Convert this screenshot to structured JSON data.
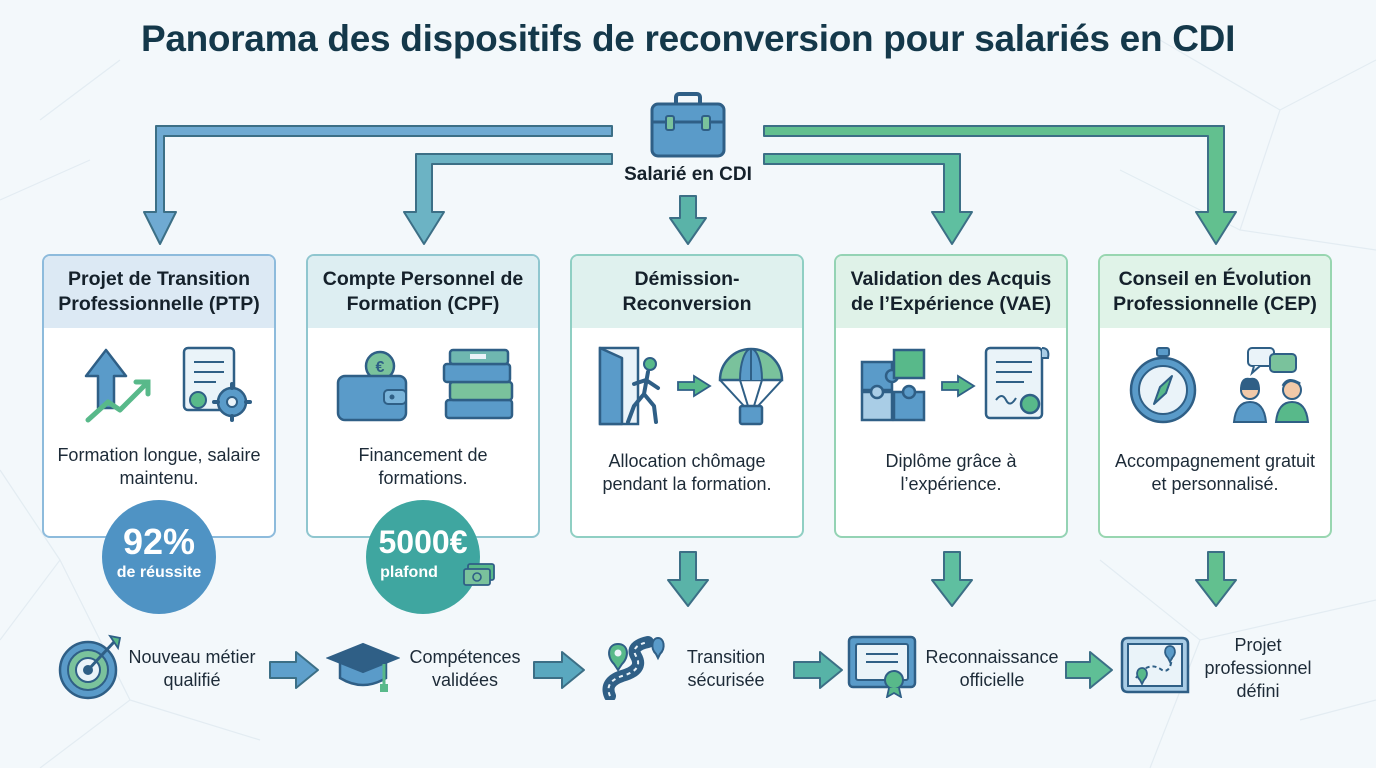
{
  "title": "Panorama des dispositifs de reconversion pour salariés en CDI",
  "hub": {
    "label": "Salarié en CDI",
    "icon": "briefcase-icon"
  },
  "colors": {
    "blue": "#5a9bc9",
    "blue_dark": "#2f5f86",
    "teal": "#3fa6a0",
    "green": "#58b98a",
    "card_blue_head": "#dce9f4",
    "card_teal_head": "#dff1ee",
    "card_green_head": "#e0f3e8"
  },
  "cards": [
    {
      "title": "Projet de Transition Professionnelle (PTP)",
      "text": "Formation longue, salaire maintenu.",
      "icons": [
        "growth-arrow-icon",
        "certificate-gear-icon"
      ]
    },
    {
      "title": "Compte Personnel de Formation (CPF)",
      "text": "Financement de formations.",
      "icons": [
        "wallet-euro-icon",
        "books-icon"
      ]
    },
    {
      "title": "Démission-Reconversion",
      "text": "Allocation chômage pendant la formation.",
      "icons": [
        "exit-door-icon",
        "parachute-icon"
      ]
    },
    {
      "title": "Validation des Acquis de l’Expérience (VAE)",
      "text": "Diplôme grâce à l’expérience.",
      "icons": [
        "puzzle-icon",
        "diploma-icon"
      ]
    },
    {
      "title": "Conseil en Évolution Professionnelle (CEP)",
      "text": "Accompagnement gratuit et personnalisé.",
      "icons": [
        "compass-icon",
        "advisors-icon"
      ]
    }
  ],
  "badges": [
    {
      "value": "92%",
      "label": "de réussite",
      "color": "#4f93c4"
    },
    {
      "value": "5000€",
      "label": "plafond",
      "color": "#3fa6a0",
      "icon": "banknote-icon"
    }
  ],
  "outcomes": [
    {
      "label": "Nouveau métier qualifié",
      "icon": "target-icon"
    },
    {
      "label": "Compétences validées",
      "icon": "graduation-cap-icon"
    },
    {
      "label": "Transition sécurisée",
      "icon": "road-map-pin-icon"
    },
    {
      "label": "Reconnaissance officielle",
      "icon": "certificate-icon"
    },
    {
      "label": "Projet professionnel défini",
      "icon": "map-icon"
    }
  ]
}
